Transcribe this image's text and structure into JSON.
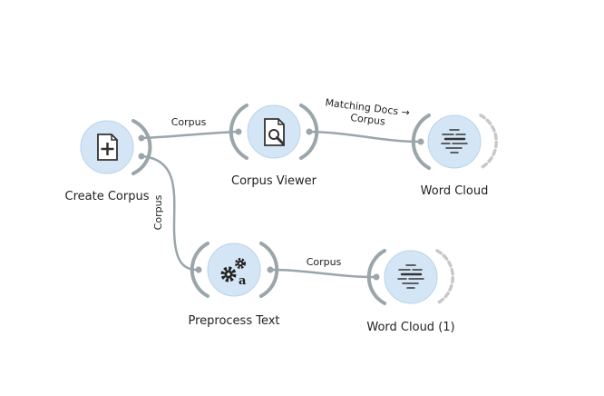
{
  "workflow": {
    "nodes": [
      {
        "id": "create",
        "label": "Create Corpus",
        "icon": "new-document-icon"
      },
      {
        "id": "viewer",
        "label": "Corpus Viewer",
        "icon": "document-search-icon"
      },
      {
        "id": "wc1",
        "label": "Word Cloud",
        "icon": "word-cloud-icon"
      },
      {
        "id": "pre",
        "label": "Preprocess Text",
        "icon": "gears-icon"
      },
      {
        "id": "wc2",
        "label": "Word Cloud (1)",
        "icon": "word-cloud-icon"
      }
    ],
    "links": [
      {
        "id": "create-viewer",
        "label": "Corpus"
      },
      {
        "id": "create-pre",
        "label": "Corpus"
      },
      {
        "id": "viewer-wc1",
        "label_line1": "Matching Docs →",
        "label_line2": "Corpus"
      },
      {
        "id": "pre-wc2",
        "label": "Corpus"
      }
    ],
    "colors": {
      "node_fill": "#d4e6f6",
      "link": "#9aa6aa",
      "icon": "#333333"
    }
  }
}
